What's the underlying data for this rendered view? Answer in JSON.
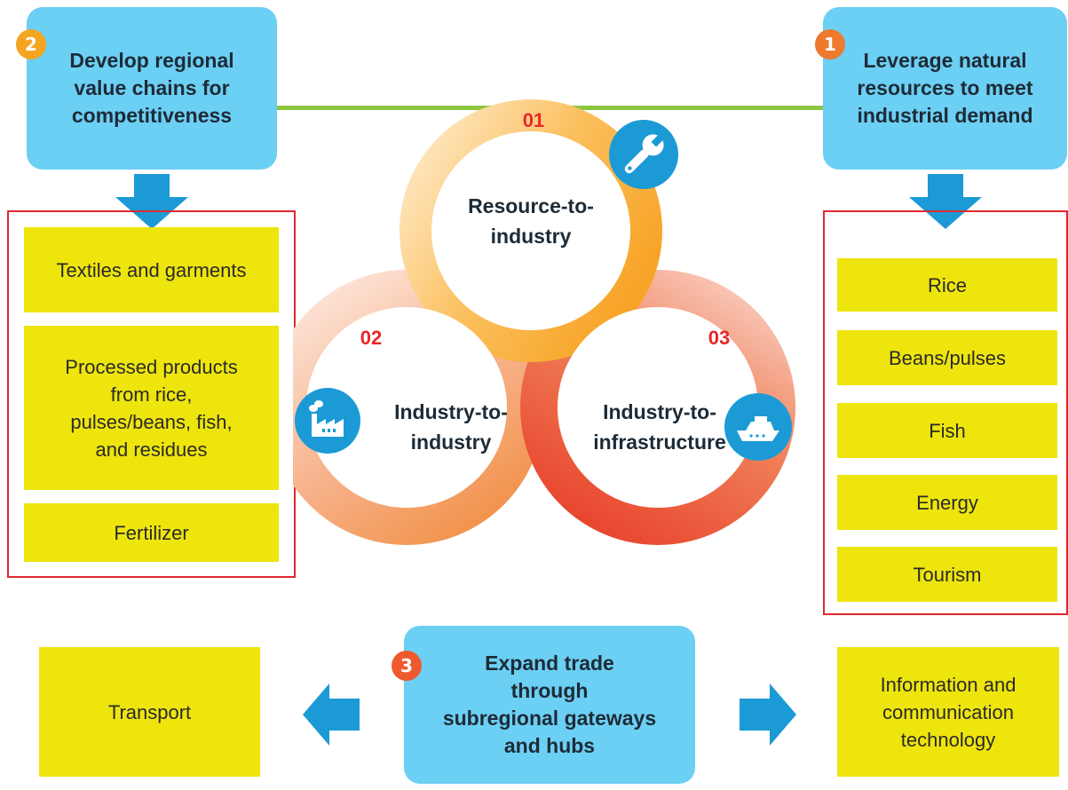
{
  "goals": {
    "goal_1": {
      "number": "1",
      "lines": [
        "Leverage natural",
        "resources to meet",
        "industrial demand"
      ],
      "badge_color": "#ee7a2f"
    },
    "goal_2": {
      "number": "2",
      "lines": [
        "Develop regional",
        "value chains for",
        "competitiveness"
      ],
      "badge_color": "#f4a51f"
    },
    "goal_3": {
      "number": "3",
      "lines": [
        "Expand trade",
        "through",
        "subregional gateways",
        "and hubs"
      ],
      "badge_color": "#ee5a2e"
    }
  },
  "left_list": {
    "items": [
      {
        "lines": [
          "Textiles and garments"
        ]
      },
      {
        "lines": [
          "Processed products",
          "from rice,",
          "pulses/beans, fish,",
          "and residues"
        ]
      },
      {
        "lines": [
          "Fertilizer"
        ]
      }
    ]
  },
  "right_list": {
    "items": [
      {
        "label": "Rice"
      },
      {
        "label": "Beans/pulses"
      },
      {
        "label": "Fish"
      },
      {
        "label": "Energy"
      },
      {
        "label": "Tourism"
      }
    ]
  },
  "bottom": {
    "left_box": {
      "label": "Transport"
    },
    "right_box": {
      "lines": [
        "Information and",
        "communication",
        "technology"
      ]
    }
  },
  "cycle": {
    "ring_01": {
      "number": "01",
      "lines": [
        "Resource-to-",
        "industry"
      ],
      "icon": "wrench-icon"
    },
    "ring_02": {
      "number": "02",
      "lines": [
        "Industry-to-",
        "industry"
      ],
      "icon": "factory-icon"
    },
    "ring_03": {
      "number": "03",
      "lines": [
        "Industry-to-",
        "infrastructure"
      ],
      "icon": "boat-icon"
    }
  },
  "colors": {
    "blue_box": "#6ccff4",
    "yellow_box": "#eee50d",
    "red_frame": "#e0282f",
    "arrow_blue": "#1b9ad6",
    "connector_green": "#8cc63f",
    "number_red": "#e8262b",
    "icon_circle": "#1b9ad6"
  }
}
